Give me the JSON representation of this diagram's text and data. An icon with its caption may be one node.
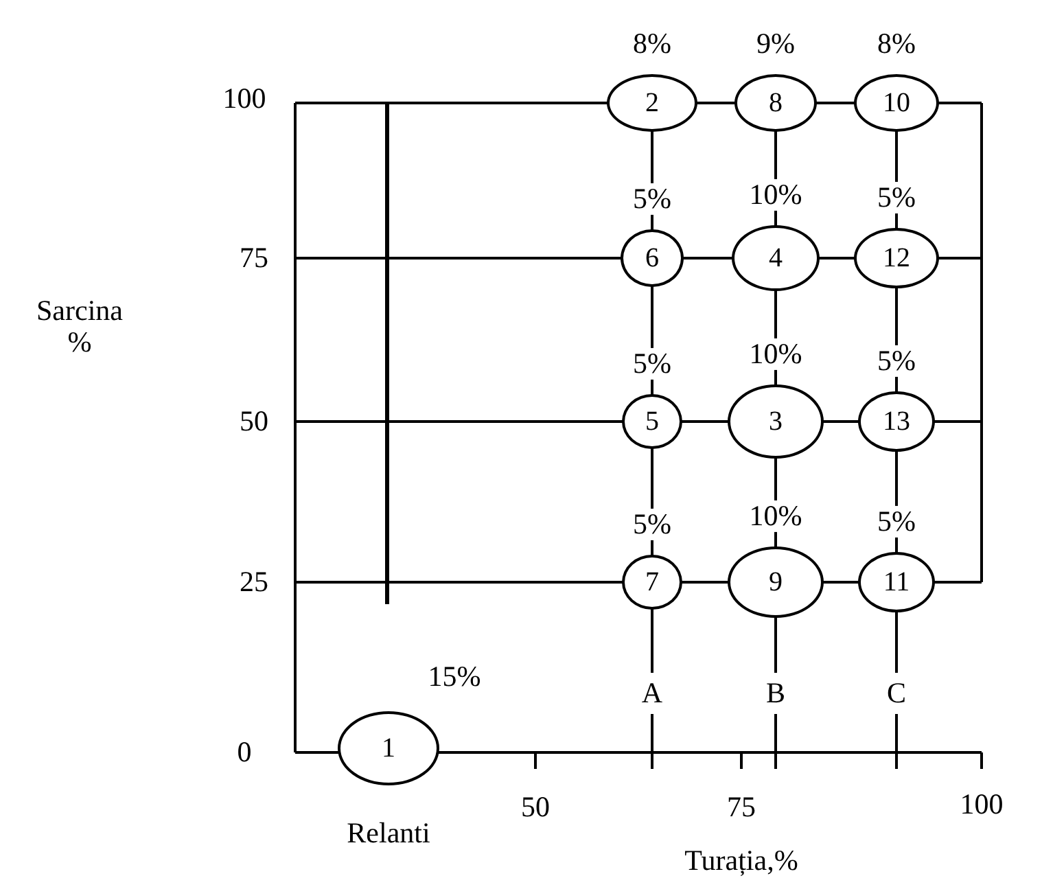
{
  "diagram": {
    "nodes": [
      {
        "text": [
          "2"
        ],
        "beside": [
          "8%"
        ]
      },
      {
        "text": [
          "8"
        ],
        "beside": [
          "9%"
        ]
      },
      {
        "text": [
          "10"
        ],
        "beside": [
          "8%"
        ]
      },
      {
        "text": [
          "6"
        ],
        "beside": [
          "5%"
        ]
      },
      {
        "text": [
          "4"
        ],
        "beside": [
          "10%"
        ]
      },
      {
        "text": [
          "12"
        ],
        "beside": [
          "5%"
        ]
      },
      {
        "text": [
          "5"
        ],
        "beside": [
          "5%"
        ]
      },
      {
        "text": [
          "3"
        ],
        "beside": [
          "10%"
        ]
      },
      {
        "text": [
          "13"
        ],
        "beside": [
          "5%"
        ]
      },
      {
        "text": [
          "7"
        ],
        "beside": [
          "5%"
        ]
      },
      {
        "text": [
          "9"
        ],
        "beside": [
          "10%"
        ]
      },
      {
        "text": [
          "11"
        ],
        "beside": [
          "5%"
        ]
      },
      {
        "text": [
          "1"
        ],
        "beside": [
          "15%",
          "Relanti"
        ]
      }
    ],
    "labels": [
      "100",
      "75",
      "Sarcina %",
      "50",
      "25",
      "A",
      "B",
      "C",
      "0",
      "50",
      "75",
      "100",
      "Turația,%"
    ]
  }
}
